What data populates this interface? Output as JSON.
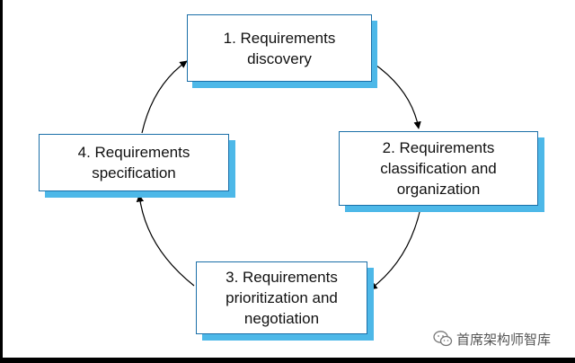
{
  "diagram": {
    "steps": [
      {
        "label": "1. Requirements\ndiscovery"
      },
      {
        "label": "2. Requirements\nclassification and\norganization"
      },
      {
        "label": "3. Requirements\nprioritization and\nnegotiation"
      },
      {
        "label": "4. Requirements\nspecification"
      }
    ],
    "colors": {
      "box_border": "#1a6fa8",
      "box_shadow": "#4db8e8",
      "arrow": "#000000"
    }
  },
  "watermark": {
    "text": "首席架构师智库",
    "icon": "wechat-icon"
  }
}
